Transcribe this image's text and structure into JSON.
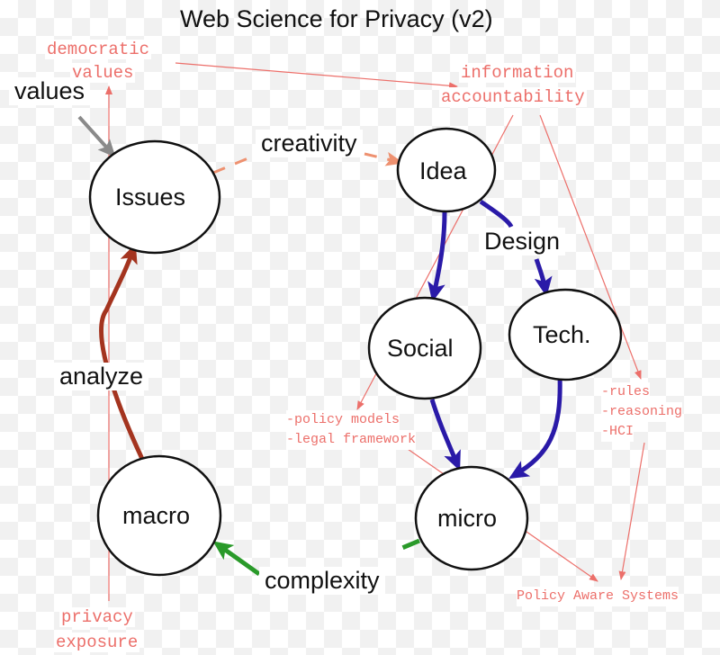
{
  "title": "Web Science for Privacy (v2)",
  "nodes": {
    "issues": "Issues",
    "idea": "Idea",
    "social": "Social",
    "tech": "Tech.",
    "macro": "macro",
    "micro": "micro"
  },
  "edge_labels": {
    "values": "values",
    "creativity": "creativity",
    "design": "Design",
    "analyze": "analyze",
    "complexity": "complexity"
  },
  "annotations": {
    "democratic_values_1": "democratic",
    "democratic_values_2": "values",
    "information_accountability_1": "information",
    "information_accountability_2": "accountability",
    "privacy_exposure_1": "privacy",
    "privacy_exposure_2": "exposure",
    "policy_models": "-policy models",
    "legal_framework": "-legal framework",
    "rules": "-rules",
    "reasoning": "-reasoning",
    "hci": "-HCI",
    "policy_aware_systems": "Policy Aware Systems"
  },
  "colors": {
    "annotation": "#ec6f6a",
    "blue_arrow": "#2a1aa8",
    "red_arrow": "#a4341f",
    "green_arrow": "#2a9a2a",
    "orange_arrow": "#ee9170",
    "gray_arrow": "#888888"
  }
}
